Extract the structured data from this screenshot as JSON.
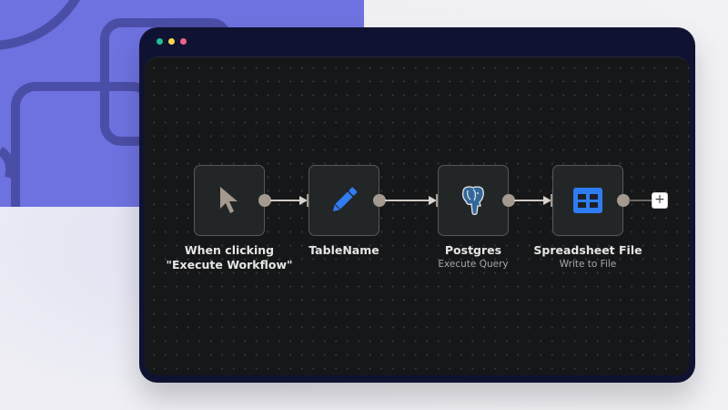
{
  "background": {
    "panel_color": "#6e72e0",
    "line_color": "#4b4ea6"
  },
  "window": {
    "frame_color": "#0f1331",
    "canvas_color": "#161718",
    "traffic_lights": [
      {
        "name": "green",
        "color": "#1fbf9a"
      },
      {
        "name": "yellow",
        "color": "#f7d84a"
      },
      {
        "name": "red",
        "color": "#f1628c"
      }
    ]
  },
  "workflow": {
    "nodes": [
      {
        "id": "trigger",
        "title": "When clicking \"Execute Workflow\"",
        "subtitle": "",
        "icon": "cursor-icon"
      },
      {
        "id": "tablename",
        "title": "TableName",
        "subtitle": "",
        "icon": "pencil-icon"
      },
      {
        "id": "postgres",
        "title": "Postgres",
        "subtitle": "Execute Query",
        "icon": "postgres-elephant-icon"
      },
      {
        "id": "spreadsheet",
        "title": "Spreadsheet File",
        "subtitle": "Write to File",
        "icon": "table-grid-icon"
      }
    ],
    "add_node_label": "+"
  }
}
